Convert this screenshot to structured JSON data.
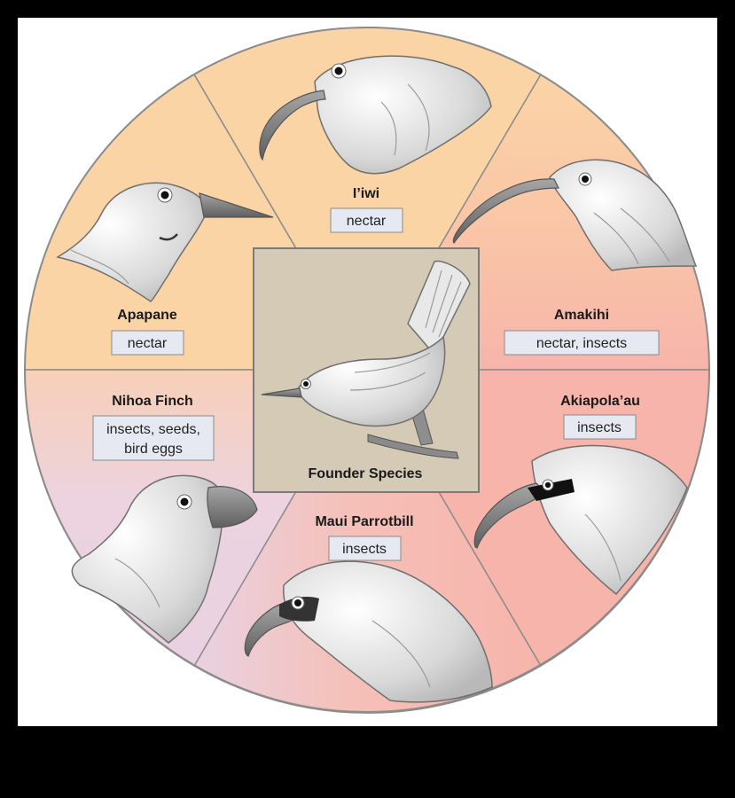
{
  "center": {
    "label": "Founder Species"
  },
  "species": [
    {
      "id": "iiwi",
      "name": "I’iwi",
      "diet": [
        "nectar"
      ]
    },
    {
      "id": "apapane",
      "name": "Apapane",
      "diet": [
        "nectar"
      ]
    },
    {
      "id": "amakihi",
      "name": "Amakihi",
      "diet": [
        "nectar, insects"
      ]
    },
    {
      "id": "nihoa-finch",
      "name": "Nihoa Finch",
      "diet": [
        "insects, seeds,",
        "bird eggs"
      ]
    },
    {
      "id": "akiapolaau",
      "name": "Akiapola’au",
      "diet": [
        "insects"
      ]
    },
    {
      "id": "maui-parrotbill",
      "name": "Maui Parrotbill",
      "diet": [
        "insects"
      ]
    }
  ],
  "colors": {
    "nectar_sector": "#fbd4a6",
    "insect_sector": "#f7b6ad",
    "seed_sector": "#ead3e0",
    "center_panel": "#d4cab6",
    "diet_box": "#e6e9f1"
  }
}
